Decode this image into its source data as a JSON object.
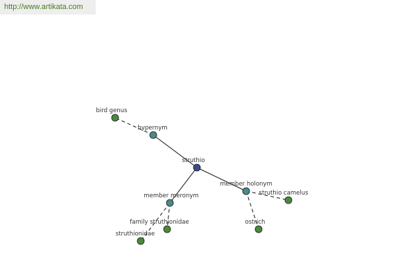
{
  "banner": {
    "url": "http://www.artikata.com"
  },
  "graph": {
    "center": "struthio",
    "nodes": [
      {
        "id": "struthio",
        "label": "struthio",
        "kind": "center"
      },
      {
        "id": "hypernym",
        "label": "hypernym",
        "kind": "relation"
      },
      {
        "id": "member_holonym",
        "label": "member holonym",
        "kind": "relation"
      },
      {
        "id": "member_meronym",
        "label": "member meronym",
        "kind": "relation"
      },
      {
        "id": "bird_genus",
        "label": "bird genus",
        "kind": "leaf"
      },
      {
        "id": "struthio_camelus",
        "label": "struthio camelus",
        "kind": "leaf"
      },
      {
        "id": "ostrich",
        "label": "ostrich",
        "kind": "leaf"
      },
      {
        "id": "family_struthionidae",
        "label": "family struthionidae",
        "kind": "leaf"
      },
      {
        "id": "struthionidae",
        "label": "struthionidae",
        "kind": "leaf"
      }
    ],
    "edges": [
      {
        "from": "struthio",
        "to": "hypernym",
        "style": "solid"
      },
      {
        "from": "struthio",
        "to": "member_holonym",
        "style": "solid"
      },
      {
        "from": "struthio",
        "to": "member_meronym",
        "style": "solid"
      },
      {
        "from": "hypernym",
        "to": "bird_genus",
        "style": "dashed"
      },
      {
        "from": "member_holonym",
        "to": "struthio_camelus",
        "style": "dashed"
      },
      {
        "from": "member_holonym",
        "to": "ostrich",
        "style": "dashed"
      },
      {
        "from": "member_meronym",
        "to": "family_struthionidae",
        "style": "dashed"
      },
      {
        "from": "member_meronym",
        "to": "struthionidae",
        "style": "dashed"
      }
    ]
  },
  "colors": {
    "center": "#3d4b8c",
    "relation": "#4a8a8a",
    "leaf": "#4a8a3c",
    "outline": "#1a1a1a",
    "edge": "#111111"
  }
}
